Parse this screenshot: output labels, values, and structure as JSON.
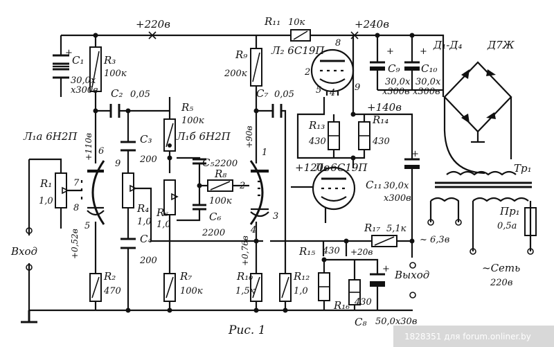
{
  "diagram": {
    "caption": "Рис. 1",
    "watermark": "1828351 для forum.onliner.by",
    "rails": {
      "r220": "+220в",
      "r240": "+240в",
      "r140": "+140в",
      "r120": "+120в",
      "r20": "+20в"
    },
    "tube_voltages": {
      "v110": "+110в",
      "v052": "+0,52в",
      "v90": "+90в",
      "v076": "+0,76в"
    },
    "tubes": {
      "l1a": "Л₁а 6Н2П",
      "l1b": "Л₁б 6Н2П",
      "l2": "Л₂ 6С19П",
      "l3": "Л₃ 6С19П",
      "pins": {
        "p6": "6",
        "p7": "7",
        "p8": "8",
        "p5": "5",
        "p9": "9",
        "p1": "1",
        "p2": "2",
        "p3": "3",
        "l2_8": "8",
        "l2_2": "2",
        "l2_5": "5",
        "l2_4": "4",
        "l2_9": "9",
        "l1b_4": "4"
      }
    },
    "resistors": {
      "r1": {
        "name": "R₁",
        "value": "1,0"
      },
      "r2": {
        "name": "R₂",
        "value": "470"
      },
      "r3": {
        "name": "R₃",
        "value": "100к"
      },
      "r4": {
        "name": "R₄",
        "value": "1,0"
      },
      "r5": {
        "name": "R₅",
        "value": "100к"
      },
      "r6": {
        "name": "R₆",
        "value": "1,0"
      },
      "r7": {
        "name": "R₇",
        "value": "100к"
      },
      "r8": {
        "name": "R₈",
        "value": "100к"
      },
      "r9": {
        "name": "R₉",
        "value": "200к"
      },
      "r10": {
        "name": "R₁₀",
        "value": "1,5к"
      },
      "r11": {
        "name": "R₁₁",
        "value": "10к"
      },
      "r12": {
        "name": "R₁₂",
        "value": "1,0"
      },
      "r13": {
        "name": "R₁₃",
        "value": "430"
      },
      "r14": {
        "name": "R₁₄",
        "value": "430"
      },
      "r15": {
        "name": "R₁₅",
        "value": "430"
      },
      "r16": {
        "name": "R₁₆",
        "value": "430"
      },
      "r17": {
        "name": "R₁₇",
        "value": "5,1к"
      }
    },
    "capacitors": {
      "c1": {
        "name": "C₁",
        "value": "30,0x",
        "value2": "x300в"
      },
      "c2": {
        "name": "C₂",
        "value": "0,05"
      },
      "c3": {
        "name": "C₃",
        "value": "200"
      },
      "c4": {
        "name": "C₄",
        "value": "200"
      },
      "c5": {
        "name": "C₅",
        "value": "2200"
      },
      "c6": {
        "name": "C₆",
        "value": "2200"
      },
      "c7": {
        "name": "C₇",
        "value": "0,05"
      },
      "c8": {
        "name": "C₈",
        "value": "50,0x30в"
      },
      "c9": {
        "name": "C₉",
        "value": "30,0x",
        "value2": "x300в"
      },
      "c10": {
        "name": "C₁₀",
        "value": "30,0x",
        "value2": "x300в"
      },
      "c11": {
        "name": "C₁₁",
        "value": "30,0x",
        "value2": "x300в"
      }
    },
    "diodes": {
      "label": "Д₁-Д₄",
      "type": "Д7Ж"
    },
    "transformer": {
      "label": "Тр₁",
      "heater": "~ 6,3в"
    },
    "fuse": {
      "label": "Пр₁",
      "value": "0,5а"
    },
    "mains": {
      "label": "~Сеть",
      "voltage": "220в"
    },
    "io": {
      "input": "Вход",
      "output": "Выход"
    },
    "plus": "+"
  }
}
